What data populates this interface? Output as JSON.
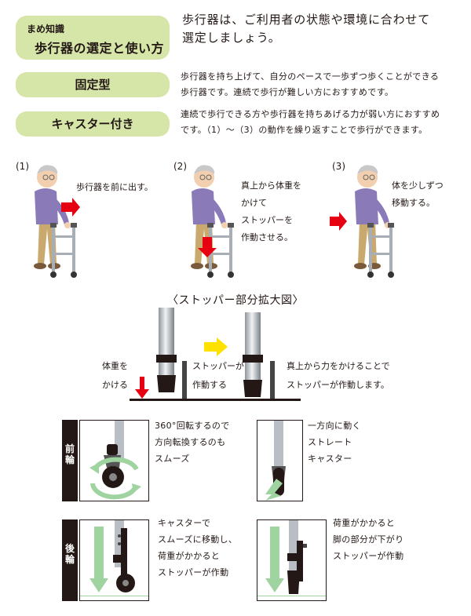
{
  "header": {
    "small": "まめ知識",
    "title": "歩行器の選定と使い方",
    "intro_line1": "歩行器は、ご利用者の状態や環境に合わせて",
    "intro_line2": "選定しましょう。"
  },
  "types": [
    {
      "label": "固定型",
      "desc_line1": "歩行器を持ち上げて、自分のペースで一歩ずつ歩くことができる",
      "desc_line2": "歩行器です。連続で歩行が難しい方におすすめです。"
    },
    {
      "label": "キャスター付き",
      "desc_line1": "連続で歩行できる方や歩行器を持ちあげる力が弱い方におすすめ",
      "desc_line2": "です。（1）〜（3）の動作を繰り返すことで歩行ができます。"
    }
  ],
  "steps": [
    {
      "num": "(1)",
      "lines": [
        "歩行器を前に出す。"
      ]
    },
    {
      "num": "(2)",
      "lines": [
        "真上から体重を",
        "かけて",
        "ストッパーを",
        "作動させる。"
      ]
    },
    {
      "num": "(3)",
      "lines": [
        "体を少しずつ",
        "移動する。"
      ]
    }
  ],
  "stopper": {
    "heading": "〈ストッパー部分拡大図〉",
    "left_label": [
      "体重を",
      "かける"
    ],
    "mid_label": [
      "ストッパーが",
      "作動する"
    ],
    "right_label": [
      "真上から力をかけることで",
      "ストッパーが作動します。"
    ]
  },
  "front": {
    "side_label": [
      "前",
      "輪"
    ],
    "left_caption": [
      "360°回転するので",
      "方向転換するのも",
      "スムーズ"
    ],
    "right_caption": [
      "一方向に動く",
      "ストレート",
      "キャスター"
    ]
  },
  "rear": {
    "side_label": [
      "後",
      "輪"
    ],
    "left_caption": [
      "キャスターで",
      "スムーズに移動し、",
      "荷重がかかると",
      "ストッパーが作動"
    ],
    "right_caption": [
      "荷重がかかると",
      "脚の部分が下がり",
      "ストッパーが作動"
    ]
  },
  "colors": {
    "pill": "#d5e6a8",
    "arrow_red": "#e60012",
    "arrow_yellow": "#ffe100",
    "arrow_green": "#9fd3a0",
    "text": "#231815"
  }
}
